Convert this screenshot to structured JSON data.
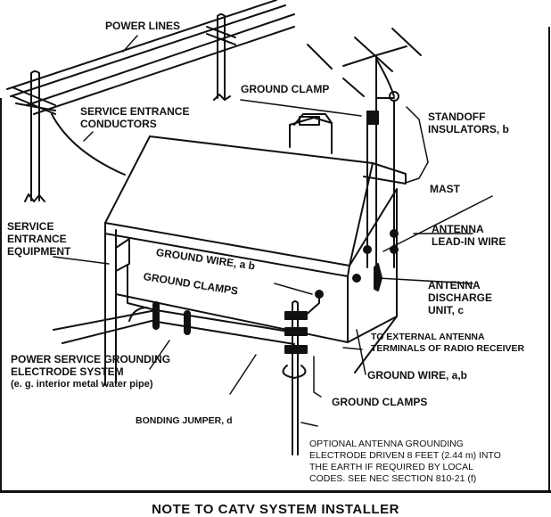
{
  "diagram": {
    "type": "antenna-grounding-illustration",
    "labels": {
      "power_lines": "POWER LINES",
      "service_entrance_conductors": [
        "SERVICE ENTRANCE",
        "CONDUCTORS"
      ],
      "ground_clamp_top": "GROUND CLAMP",
      "standoff_insulators": [
        "STANDOFF",
        "INSULATORS, b"
      ],
      "mast": "MAST",
      "antenna_lead_in_wire": [
        "ANTENNA",
        "LEAD-IN WIRE"
      ],
      "service_entrance_equipment": [
        "SERVICE",
        "ENTRANCE",
        "EQUIPMENT"
      ],
      "ground_wire_ab_roof": "GROUND WIRE, a b",
      "ground_clamps_left": "GROUND CLAMPS",
      "antenna_discharge_unit": [
        "ANTENNA",
        "DISCHARGE",
        "UNIT, c"
      ],
      "to_external_antenna": [
        "TO EXTERNAL ANTENNA",
        "TERMINALS OF RADIO RECEIVER"
      ],
      "power_service_grounding": [
        "POWER SERVICE GROUNDING",
        "ELECTRODE SYSTEM",
        "(e. g. interior metal water pipe)"
      ],
      "ground_wire_ab_right": "GROUND WIRE, a,b",
      "ground_clamps_bottom": "GROUND CLAMPS",
      "bonding_jumper": "BONDING JUMPER, d",
      "optional_electrode": [
        "OPTIONAL ANTENNA GROUNDING",
        "ELECTRODE DRIVEN 8 FEET (2.44 m) INTO",
        "THE EARTH IF REQUIRED BY LOCAL",
        "CODES. SEE NEC SECTION 810-21 (f)"
      ]
    },
    "footer_title": "NOTE TO CATV SYSTEM INSTALLER"
  }
}
